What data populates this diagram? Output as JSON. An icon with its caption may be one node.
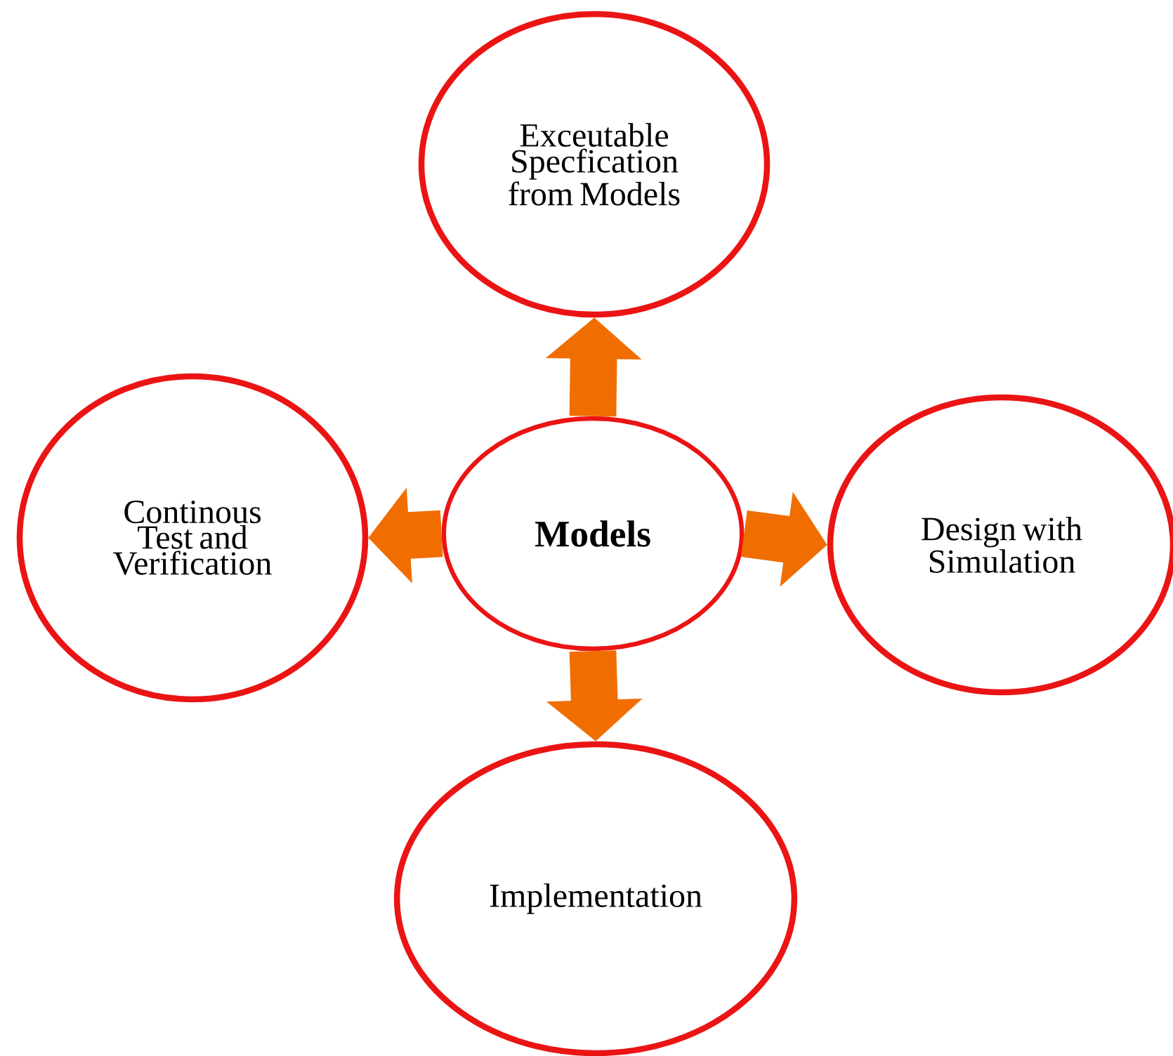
{
  "diagram": {
    "nodes": [
      {
        "text": [
          "Exceutable Specfication from Models"
        ]
      },
      {
        "text": [
          "Continous Test and Verification"
        ]
      },
      {
        "text": [
          "Models"
        ]
      },
      {
        "text": [
          "Design with Simulation"
        ]
      },
      {
        "text": [
          "Implementation"
        ]
      }
    ],
    "edges": [
      {
        "from": 2,
        "to": 0,
        "arrow": "to"
      },
      {
        "from": 2,
        "to": 1,
        "arrow": "to"
      },
      {
        "from": 2,
        "to": 3,
        "arrow": "to"
      },
      {
        "from": 2,
        "to": 4,
        "arrow": "to"
      }
    ]
  }
}
